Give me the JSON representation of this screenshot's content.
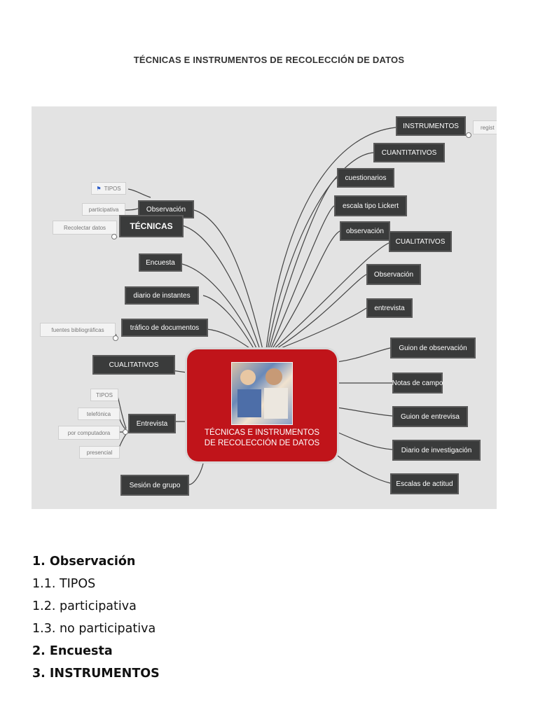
{
  "document": {
    "title": "TÉCNICAS E INSTRUMENTOS DE RECOLECCIÓN DE DATOS"
  },
  "mindmap": {
    "center_line1": "TÉCNICAS E INSTRUMENTOS",
    "center_line2": "DE RECOLECCIÓN DE DATOS",
    "left": {
      "observacion": "Observación",
      "tecnicas": "TÉCNICAS",
      "encuesta": "Encuesta",
      "diario_instantes": "diario de instantes",
      "trafico": "tráfico de documentos",
      "cualitativos": "CUALITATIVOS",
      "entrevista": "Entrevista",
      "sesion": "Sesión de grupo"
    },
    "left_sub": {
      "tipos": "TIPOS",
      "participativa": "participativa",
      "recolectar": "Recolectar datos",
      "fuentes": "fuentes bibliográficas",
      "tipos2": "TIPOS",
      "telefonica": "telefónica",
      "computadora": "por computadora",
      "presencial": "presencial"
    },
    "right": {
      "instrumentos": "INSTRUMENTOS",
      "registro": "regist",
      "cuantitativos": "CUANTITATIVOS",
      "cuestionarios": "cuestionarios",
      "lickert": "escala tipo Lickert",
      "observacion": "observación",
      "cualitativos": "CUALITATIVOS",
      "observacion2": "Observación",
      "entrevista": "entrevista",
      "guion_obs": "Guion de observación",
      "notas": "Notas de campo",
      "guion_ent": "Guion de entrevisa",
      "diario_inv": "Diario de investigación",
      "escalas": "Escalas de actitud"
    }
  },
  "outline": {
    "item1": "1. Observación",
    "item1_1": "1.1. TIPOS",
    "item1_2": "1.2. participativa",
    "item1_3": "1.3. no participativa",
    "item2": "2. Encuesta",
    "item3": "3. INSTRUMENTOS"
  },
  "colors": {
    "center": "#c0141a",
    "node": "#3a3b3b",
    "canvas": "#e3e3e3"
  }
}
